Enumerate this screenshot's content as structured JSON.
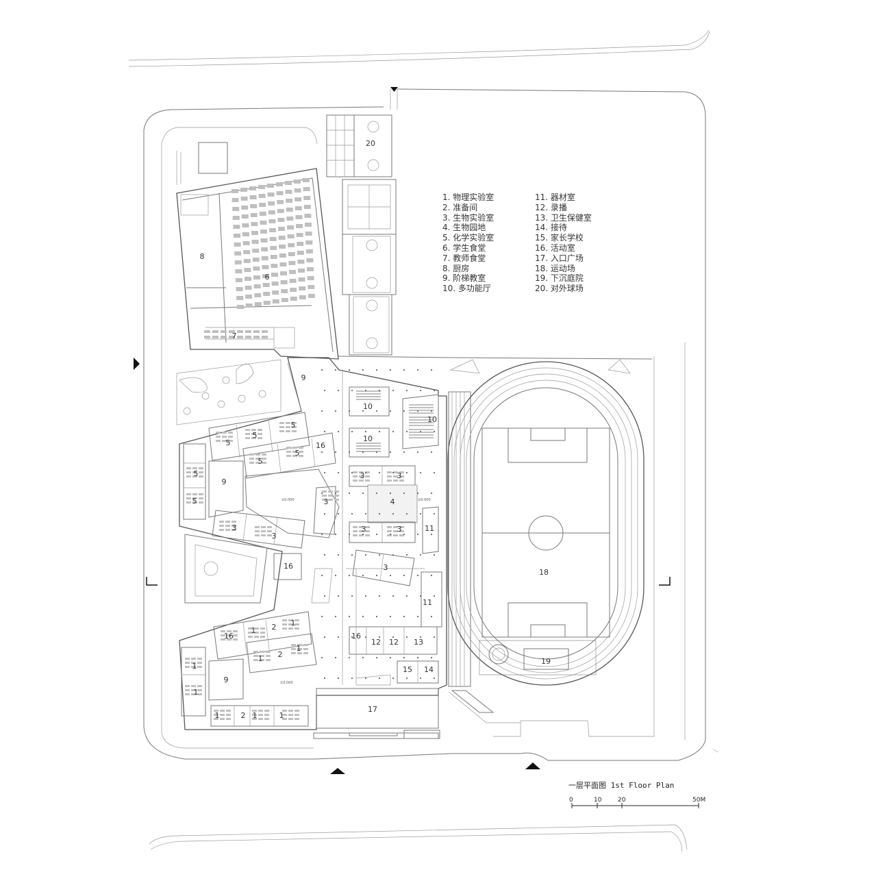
{
  "title": "一层平面图 1st Floor Plan",
  "legend": {
    "col1": [
      "1. 物理实验室",
      "2. 准备间",
      "3. 生物实验室",
      "4. 生物园地",
      "5. 化学实验室",
      "6. 学生食堂",
      "7. 教师食堂",
      "8. 厨房",
      "9. 阶梯教室",
      "10. 多功能厅"
    ],
    "col2": [
      "11. 器材室",
      "12. 录播",
      "13. 卫生保健室",
      "14. 接待",
      "15. 家长学校",
      "16. 活动室",
      "17. 入口广场",
      "18. 运动场",
      "19. 下沉庭院",
      "20. 对外球场"
    ]
  },
  "scale": {
    "t0": "0",
    "t10": "10",
    "t20": "20",
    "t50": "50M"
  },
  "levels": {
    "a": "±0.000",
    "b": "±0.000",
    "c": "±0.000"
  },
  "rooms": {
    "r20": "20",
    "r8": "8",
    "r6": "6",
    "r7": "7",
    "r9a": "9",
    "r9b": "9",
    "r9c": "9",
    "r10a": "10",
    "r10b": "10",
    "r10c": "10",
    "r5a": "5",
    "r5b": "5",
    "r5c": "5",
    "r5d": "5",
    "r5e": "5",
    "r5f": "5",
    "r5g": "5",
    "r16a": "16",
    "r16b": "16",
    "r16c": "16",
    "r16d": "16",
    "r3a": "3",
    "r3b": "3",
    "r3c": "3",
    "r3d": "3",
    "r3e": "3",
    "r3f": "3",
    "r3g": "3",
    "r3h": "3",
    "r4": "4",
    "r11a": "11",
    "r11b": "11",
    "r18": "18",
    "r19": "19",
    "r17": "17",
    "r1a": "1",
    "r1b": "1",
    "r1c": "1",
    "r1d": "1",
    "r1e": "1",
    "r1f": "1",
    "r1g": "1",
    "r1h": "1",
    "r2a": "2",
    "r2b": "2",
    "r2c": "2",
    "r12a": "12",
    "r12b": "12",
    "r13": "13",
    "r14": "14",
    "r15": "15"
  }
}
